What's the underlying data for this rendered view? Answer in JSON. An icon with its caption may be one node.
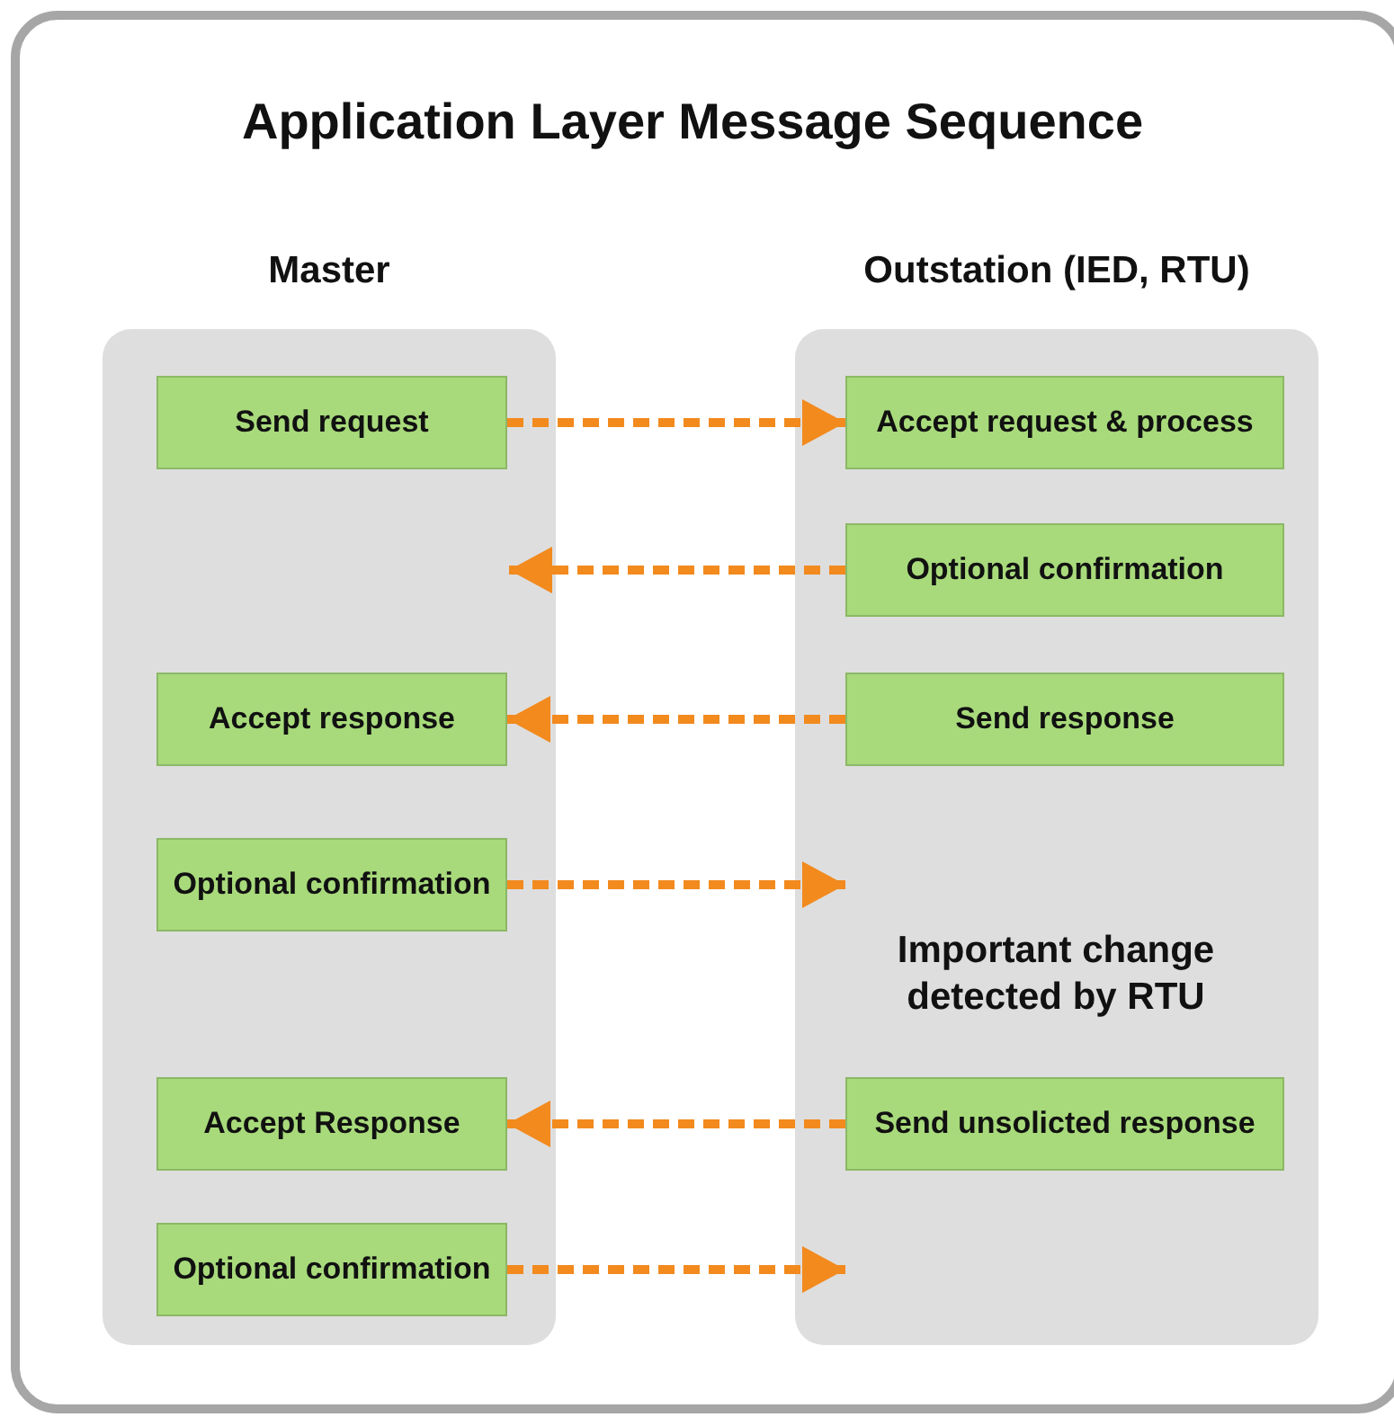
{
  "diagram": {
    "title": "Application Layer Message Sequence",
    "nodes": [
      {
        "text": [
          "Master"
        ]
      },
      {
        "text": [
          "Outstation (IED, RTU)",
          "Important change detected by RTU"
        ]
      },
      {
        "text": [
          "Send request"
        ],
        "in": 0
      },
      {
        "text": [
          "Accept request & process"
        ],
        "in": 1
      },
      {
        "text": [
          "Optional confirmation"
        ],
        "in": 1
      },
      {
        "text": [
          "Accept response"
        ],
        "in": 0
      },
      {
        "text": [
          "Send response"
        ],
        "in": 1
      },
      {
        "text": [
          "Optional confirmation"
        ],
        "in": 0
      },
      {
        "text": [
          "Accept Response"
        ],
        "in": 0
      },
      {
        "text": [
          "Send unsolicted response"
        ],
        "in": 1
      },
      {
        "text": [
          "Optional confirmation"
        ],
        "in": 0
      }
    ],
    "edges": [
      {
        "from": 2,
        "to": 3,
        "arrow": "to",
        "style": "dashed"
      },
      {
        "from": 4,
        "to": 0,
        "arrow": "to",
        "style": "dashed"
      },
      {
        "from": 6,
        "to": 5,
        "arrow": "to",
        "style": "dashed"
      },
      {
        "from": 7,
        "to": 1,
        "arrow": "to",
        "style": "dashed"
      },
      {
        "from": 9,
        "to": 8,
        "arrow": "to",
        "style": "dashed"
      },
      {
        "from": 10,
        "to": 1,
        "arrow": "to",
        "style": "dashed"
      }
    ]
  }
}
